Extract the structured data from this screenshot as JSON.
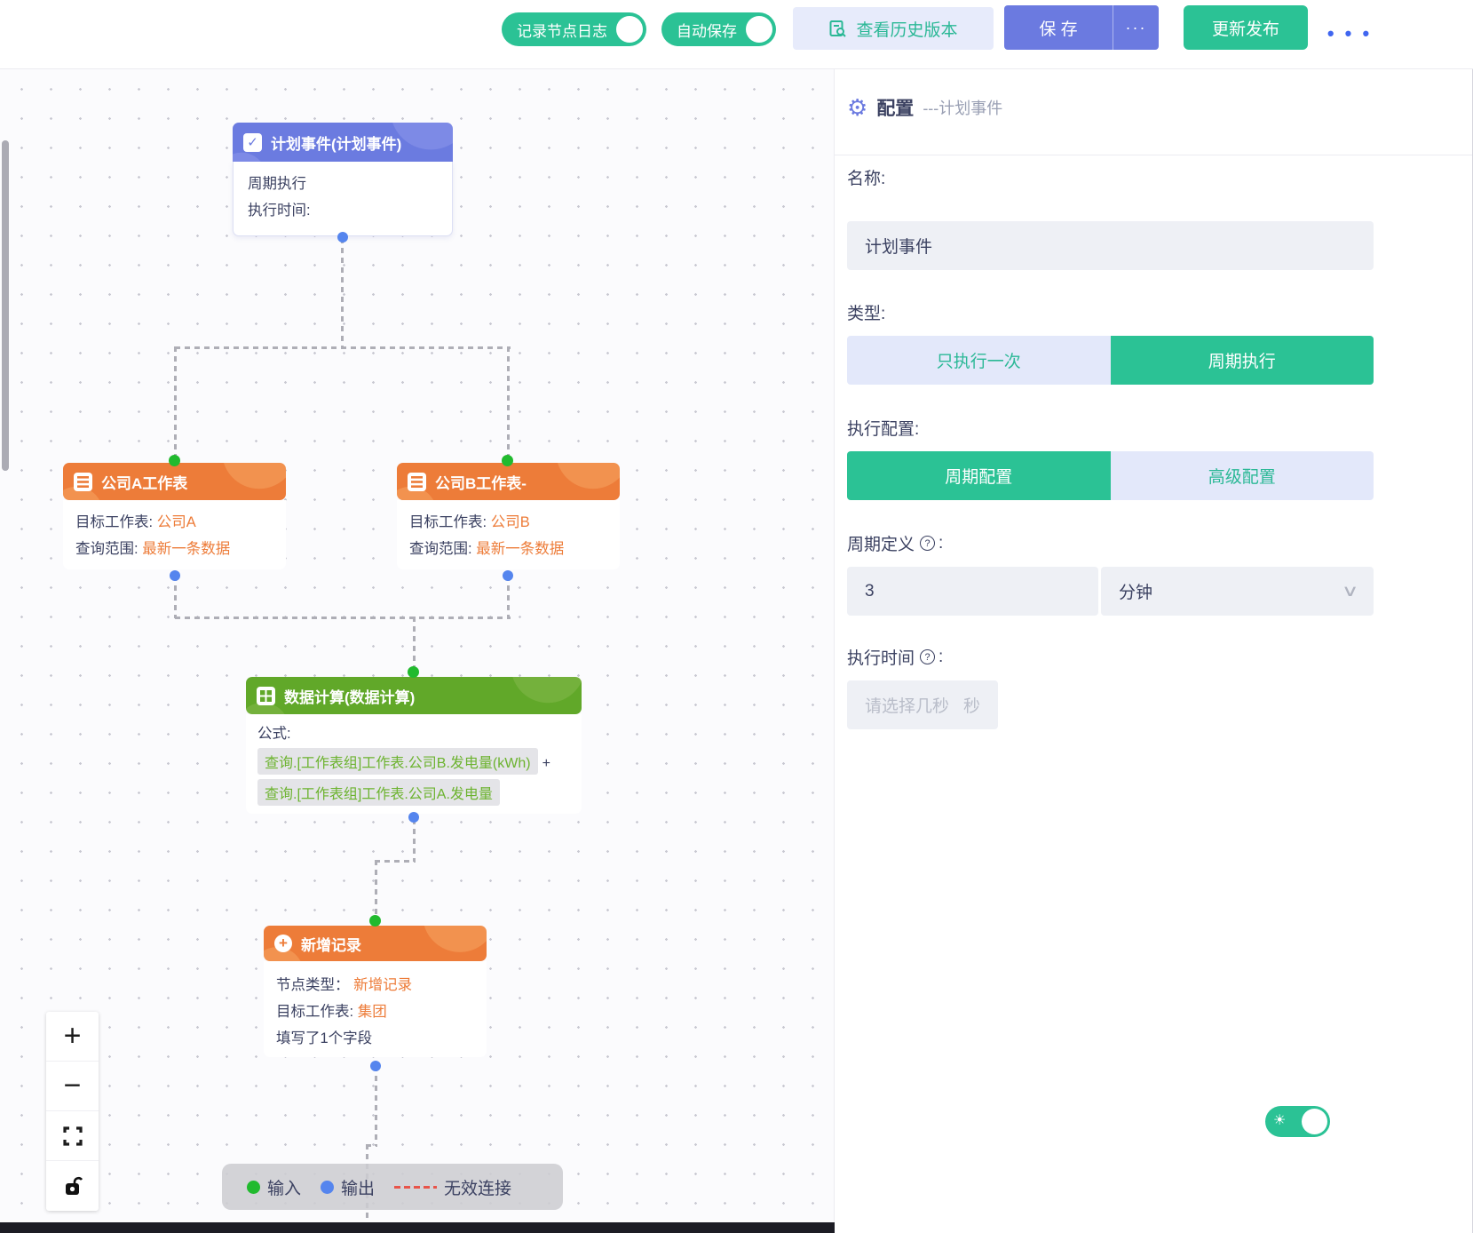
{
  "toolbar": {
    "log_toggle": {
      "label": "记录节点日志",
      "state": "on"
    },
    "autosave_toggle": {
      "label": "自动保存",
      "state": "on"
    },
    "history_button": "查看历史版本",
    "save_button": "保 存",
    "save_more": "···",
    "publish_button": "更新发布",
    "more_menu": "• • •"
  },
  "canvas": {
    "nodes": {
      "schedule": {
        "title": "计划事件(计划事件)",
        "line1": "周期执行",
        "line2": "执行时间:"
      },
      "sheetA": {
        "title": "公司A工作表",
        "target_label": "目标工作表:",
        "target_value": "公司A",
        "range_label": "查询范围:",
        "range_value": "最新一条数据"
      },
      "sheetB": {
        "title": "公司B工作表-",
        "target_label": "目标工作表:",
        "target_value": "公司B",
        "range_label": "查询范围:",
        "range_value": "最新一条数据"
      },
      "calc": {
        "title": "数据计算(数据计算)",
        "formula_label": "公式:",
        "chip1": "查询.[工作表组]工作表.公司B.发电量(kWh)",
        "operator": "+",
        "chip2": "查询.[工作表组]工作表.公司A.发电量"
      },
      "add_record": {
        "title": "新增记录",
        "type_label": "节点类型：",
        "type_value": "新增记录",
        "target_label": "目标工作表:",
        "target_value": "集团",
        "fields_note": "填写了1个字段"
      }
    },
    "legend": {
      "input_label": "输入",
      "output_label": "输出",
      "invalid_label": "无效连接"
    },
    "zoom_controls": {
      "zoom_in": "+",
      "zoom_out": "−"
    }
  },
  "panel": {
    "header": {
      "title": "配置",
      "subtitle": "---计划事件",
      "gear_icon": "⚙"
    },
    "name_field": {
      "label": "名称:",
      "value": "计划事件"
    },
    "type_field": {
      "label": "类型:",
      "options": [
        "只执行一次",
        "周期执行"
      ],
      "selected": "周期执行"
    },
    "exec_config": {
      "label": "执行配置:",
      "options": [
        "周期配置",
        "高级配置"
      ],
      "selected": "周期配置"
    },
    "period_field": {
      "label": "周期定义",
      "help": "?",
      "colon": ":",
      "value": "3",
      "unit": "分钟",
      "chevron": "∨"
    },
    "exec_time_field": {
      "label": "执行时间",
      "help": "?",
      "colon": ":",
      "placeholder": "请选择几秒",
      "suffix": "秒"
    },
    "theme_toggle": {
      "state": "on",
      "sun_icon": "☀"
    }
  },
  "colors": {
    "brand_green": "#2bc295",
    "save_blue": "#6b7ae0",
    "node_orange": "#ed7c39",
    "node_green": "#61a829",
    "node_purple": "#6b7be0",
    "input_port_green": "#21ba2e",
    "output_port_blue": "#5585ee",
    "invalid_red": "#e8544a"
  }
}
